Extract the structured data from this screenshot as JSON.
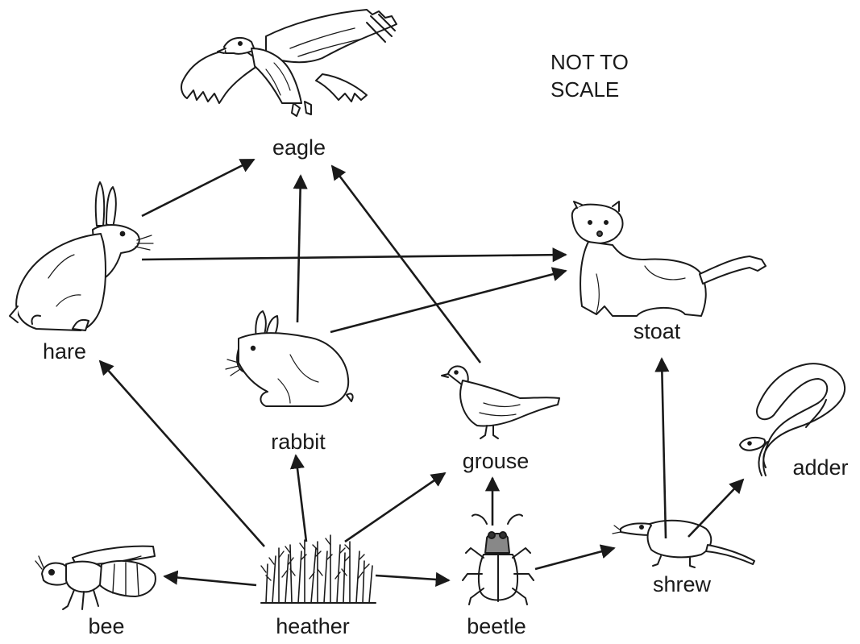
{
  "diagram": {
    "note_line1": "NOT TO",
    "note_line2": "SCALE",
    "organisms": {
      "eagle": "eagle",
      "hare": "hare",
      "stoat": "stoat",
      "rabbit": "rabbit",
      "grouse": "grouse",
      "adder": "adder",
      "bee": "bee",
      "heather": "heather",
      "beetle": "beetle",
      "shrew": "shrew"
    },
    "links": [
      {
        "from": "heather",
        "to": "bee"
      },
      {
        "from": "heather",
        "to": "beetle"
      },
      {
        "from": "heather",
        "to": "hare"
      },
      {
        "from": "heather",
        "to": "rabbit"
      },
      {
        "from": "heather",
        "to": "grouse"
      },
      {
        "from": "beetle",
        "to": "grouse"
      },
      {
        "from": "beetle",
        "to": "shrew"
      },
      {
        "from": "shrew",
        "to": "stoat"
      },
      {
        "from": "shrew",
        "to": "adder"
      },
      {
        "from": "hare",
        "to": "eagle"
      },
      {
        "from": "hare",
        "to": "stoat"
      },
      {
        "from": "rabbit",
        "to": "eagle"
      },
      {
        "from": "rabbit",
        "to": "stoat"
      },
      {
        "from": "grouse",
        "to": "eagle"
      }
    ],
    "line_color": "#1a1a1a"
  }
}
